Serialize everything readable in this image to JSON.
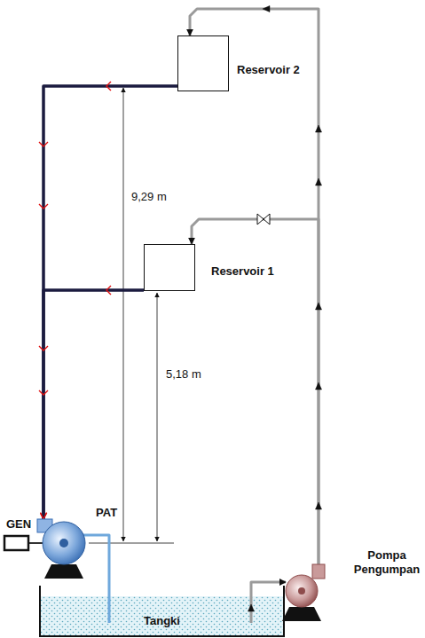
{
  "diagram": {
    "nodes": [
      {
        "text": [
          "Reservoir 2"
        ]
      },
      {
        "text": [
          "Reservoir 1"
        ]
      },
      {
        "text": [
          "PAT"
        ]
      },
      {
        "text": [
          "GEN"
        ]
      },
      {
        "text": [
          "Pompa Pengumpan"
        ]
      },
      {
        "text": [
          "Tangki"
        ]
      }
    ],
    "edges": [
      {
        "from": 0,
        "to": 2,
        "arrow": "to"
      },
      {
        "from": 1,
        "to": 2,
        "arrow": "to"
      },
      {
        "from": 4,
        "to": 1,
        "arrow": "to"
      },
      {
        "from": 4,
        "to": 0,
        "arrow": "to"
      },
      {
        "from": 5,
        "to": 4,
        "arrow": "to"
      },
      {
        "from": 2,
        "to": 5,
        "arrow": "none"
      },
      {
        "from": 3,
        "to": 2,
        "arrow": "none"
      }
    ],
    "labels": [
      "9,29 m",
      "5,18 m"
    ]
  }
}
